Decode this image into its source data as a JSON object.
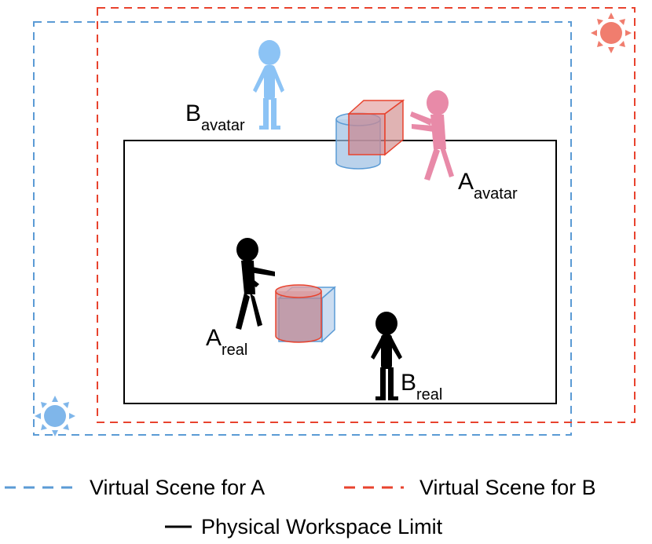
{
  "colors": {
    "scene_a": "#5b9bd5",
    "scene_b": "#e8432e",
    "avatar_blue": "#8cc3f5",
    "avatar_pink": "#e88aa8",
    "workspace": "#000000",
    "sun_blue": "#7fb6ea",
    "sun_red": "#f07d6e"
  },
  "labels": {
    "b_avatar": {
      "main": "B",
      "sub": "avatar"
    },
    "a_avatar": {
      "main": "A",
      "sub": "avatar"
    },
    "a_real": {
      "main": "A",
      "sub": "real"
    },
    "b_real": {
      "main": "B",
      "sub": "real"
    }
  },
  "legend": {
    "scene_a": "Virtual Scene for A",
    "scene_b": "Virtual Scene for B",
    "workspace": "Physical Workspace Limit"
  },
  "icons": [
    "sun-icon",
    "person-icon",
    "cube-icon",
    "cylinder-icon"
  ]
}
